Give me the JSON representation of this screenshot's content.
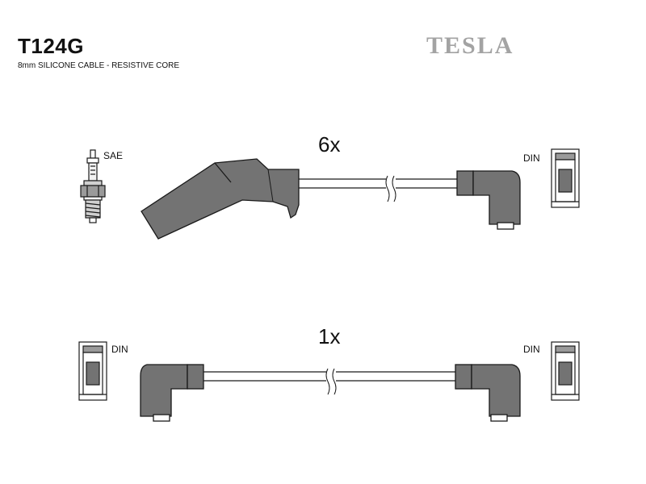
{
  "header": {
    "product_code": "T124G",
    "description": "8mm SILICONE CABLE - RESISTIVE CORE",
    "brand": "TESLA"
  },
  "lead_a": {
    "quantity": "6x",
    "left_terminal": "SAE",
    "right_terminal": "DIN"
  },
  "lead_b": {
    "quantity": "1x",
    "left_terminal": "DIN",
    "right_terminal": "DIN"
  },
  "colors": {
    "boot": "#737373",
    "outline": "#1a1a1a",
    "brand": "#a3a3a3"
  }
}
